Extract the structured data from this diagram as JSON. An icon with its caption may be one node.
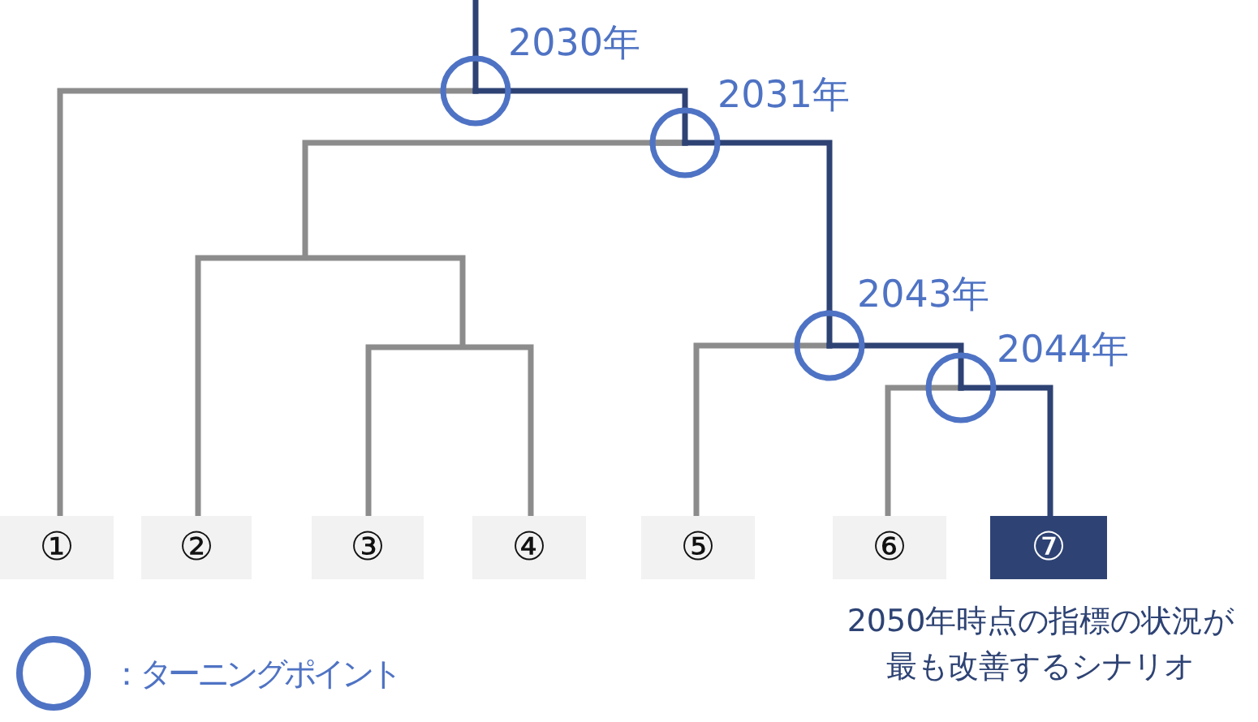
{
  "diagram": {
    "nodes": [
      {
        "text": [],
        "shape": "circle",
        "beside": [
          "2030年"
        ]
      },
      {
        "text": [],
        "shape": "circle",
        "beside": [
          "2031年"
        ]
      },
      {
        "text": [],
        "shape": "circle",
        "beside": [
          "2043年"
        ]
      },
      {
        "text": [],
        "shape": "circle",
        "beside": [
          "2044年"
        ]
      },
      {
        "text": [
          "①"
        ]
      },
      {
        "text": [
          "②"
        ]
      },
      {
        "text": [
          "③"
        ]
      },
      {
        "text": [
          "④"
        ]
      },
      {
        "text": [
          "⑤"
        ]
      },
      {
        "text": [
          "⑥"
        ]
      },
      {
        "text": [
          "⑦"
        ],
        "beside": [
          "2050年時点の指標の状況が最も改善するシナリオ"
        ]
      }
    ],
    "edges": [
      {
        "from": null,
        "to": 0,
        "arrow": "none",
        "color": "#2e4374"
      },
      {
        "from": 0,
        "to": 4,
        "arrow": "none"
      },
      {
        "from": 0,
        "to": 1,
        "arrow": "none",
        "color": "#2e4374"
      },
      {
        "from": 1,
        "to": 5,
        "arrow": "none"
      },
      {
        "from": 1,
        "to": 6,
        "arrow": "none"
      },
      {
        "from": 1,
        "to": 7,
        "arrow": "none"
      },
      {
        "from": 1,
        "to": 2,
        "arrow": "none",
        "color": "#2e4374"
      },
      {
        "from": 2,
        "to": 8,
        "arrow": "none"
      },
      {
        "from": 2,
        "to": 3,
        "arrow": "none",
        "color": "#2e4374"
      },
      {
        "from": 3,
        "to": 9,
        "arrow": "none"
      },
      {
        "from": 3,
        "to": 10,
        "arrow": "none",
        "color": "#2e4374"
      }
    ],
    "legend": [
      {
        "text": "：ターニングポイント"
      }
    ]
  }
}
